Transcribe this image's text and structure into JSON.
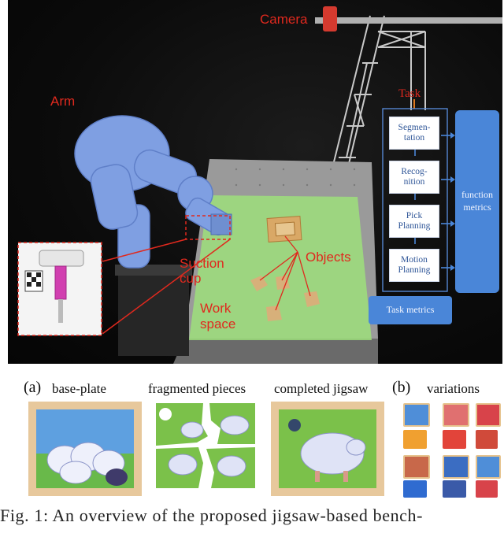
{
  "photo": {
    "labels": {
      "camera": "Camera",
      "arm": "Arm",
      "task": "Task",
      "suction_cup": "Suction\ncup",
      "objects": "Objects",
      "work_space": "Work\nspace"
    },
    "flow": {
      "segmentation": "Segmen-\ntation",
      "recognition": "Recog-\nnition",
      "pick_planning": "Pick\nPlanning",
      "motion_planning": "Motion\nPlanning",
      "function_metrics": "function\nmetrics",
      "task_metrics": "Task metrics"
    }
  },
  "panel_a": {
    "tag": "(a)",
    "base_plate": "base-plate",
    "fragmented_pieces": "fragmented pieces",
    "completed_jigsaw": "completed jigsaw"
  },
  "panel_b": {
    "tag": "(b)",
    "variations": "variations"
  },
  "caption": "Fig. 1: An overview of the proposed jigsaw-based bench-",
  "colors": {
    "label_red": "#e0291e",
    "flow_blue": "#4a86d8",
    "workspace_green": "#9ee27a"
  }
}
